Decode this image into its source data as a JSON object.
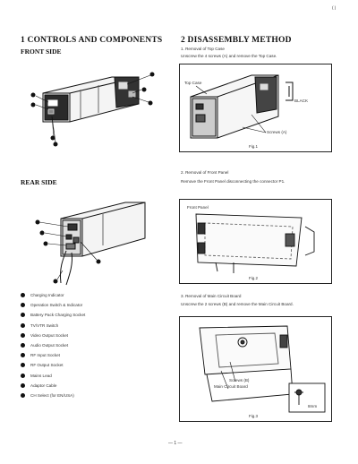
{
  "corner_mark": "( )",
  "left": {
    "section_title": "1  CONTROLS AND COMPONENTS",
    "front_title": "FRONT SIDE",
    "rear_title": "REAR SIDE",
    "legend": [
      "Charging Indicator",
      "Operation Switch & Indicator",
      "Battery Pack Charging Socket",
      "TV/VTR Switch",
      "Video Output Socket",
      "Audio Output Socket",
      "RF Input Socket",
      "RF Output Socket",
      "Mains Lead",
      "Adaptor Cable",
      "CH Select (for EN/USA)"
    ]
  },
  "right": {
    "section_title": "2  DISASSEMBLY METHOD",
    "step1_title": "1. Removal of Top Case",
    "step1_text": "Unscrew the 4 screws (A) and remove the Top Case.",
    "fig1_labels": {
      "top_case": "Top Case",
      "screws": "Screws (A)",
      "detail": "BLACK"
    },
    "fig1_caption": "Fig.1",
    "step2_title": "2. Removal of Front Panel",
    "step2_text": "Remove the Front Panel disconnecting the connector P1.",
    "fig2_labels": {
      "front_panel": "Front Panel"
    },
    "fig2_caption": "Fig.2",
    "step3_title": "3. Removal of Main Circuit Board",
    "step3_text": "Unscrew the 2 screws (B) and remove the Main Circuit Board.",
    "fig3_labels": {
      "screws": "Screws (B)",
      "board": "Main Circuit Board",
      "detail": "8mm"
    },
    "fig3_caption": "Fig.3"
  },
  "page_number": "— 1 —"
}
